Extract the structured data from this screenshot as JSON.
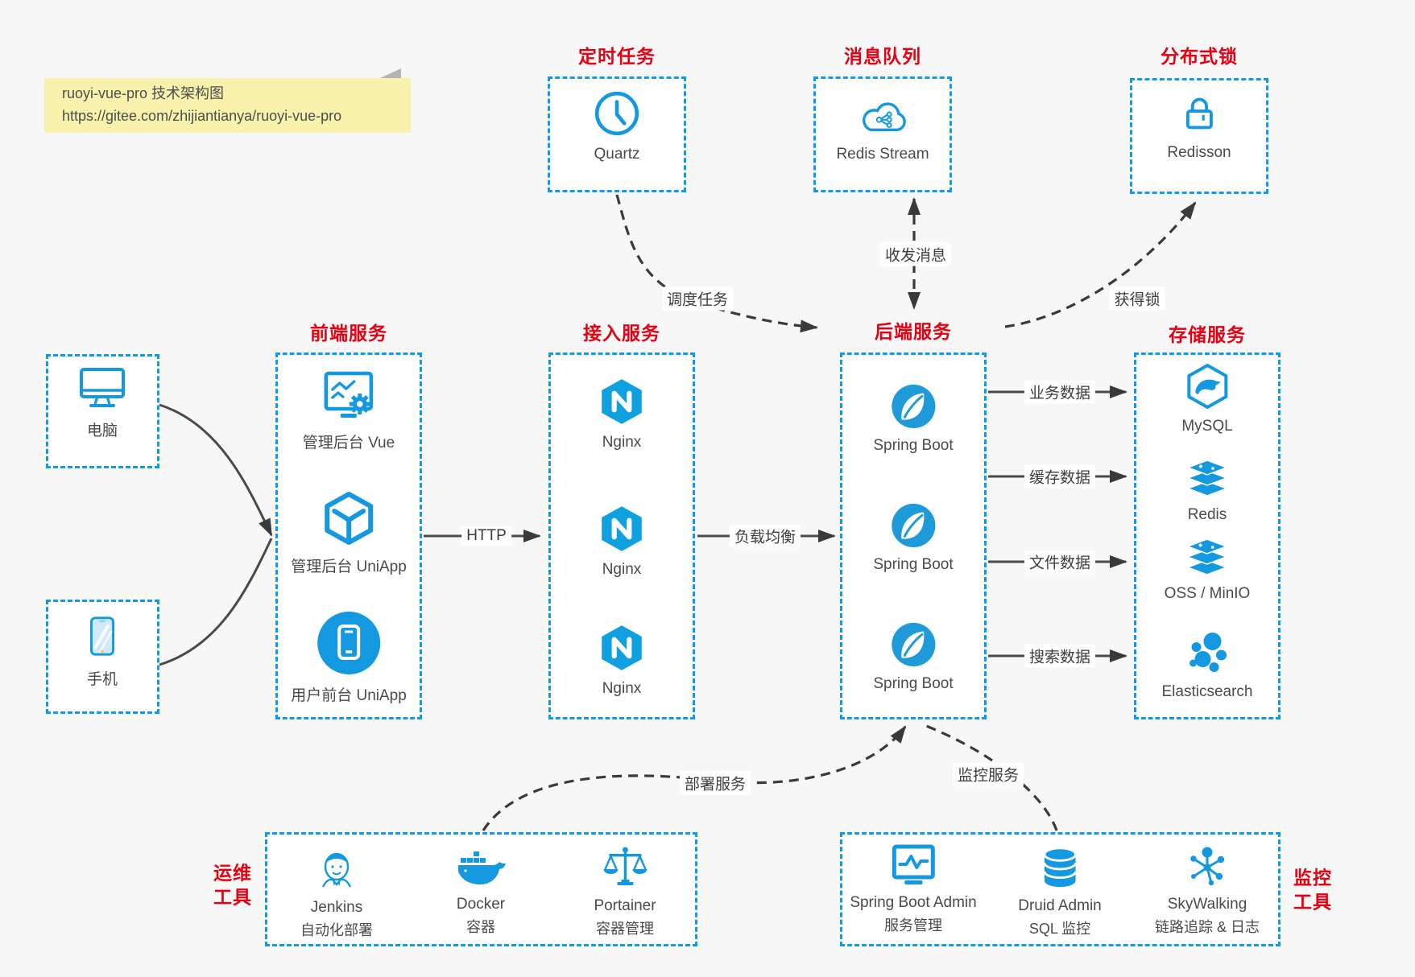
{
  "note": {
    "line1": "ruoyi-vue-pro 技术架构图",
    "line2": "https://gitee.com/zhijiantianya/ruoyi-vue-pro"
  },
  "colors": {
    "accent_red": "#e60012",
    "border_blue": "#0d9bf2",
    "icon_blue": "#1499e0",
    "wire_dark": "#3a3a3a",
    "note_bg": "#f9f2ad"
  },
  "top_groups": [
    {
      "title": "定时任务",
      "item": {
        "label": "Quartz",
        "icon": "clock-icon"
      }
    },
    {
      "title": "消息队列",
      "item": {
        "label": "Redis Stream",
        "icon": "cloud-mq-icon"
      }
    },
    {
      "title": "分布式锁",
      "item": {
        "label": "Redisson",
        "icon": "lock-icon"
      }
    }
  ],
  "clients": [
    {
      "label": "电脑",
      "icon": "desktop-icon"
    },
    {
      "label": "手机",
      "icon": "mobile-icon"
    }
  ],
  "frontend": {
    "title": "前端服务",
    "items": [
      {
        "label": "管理后台 Vue",
        "icon": "admin-vue-icon"
      },
      {
        "label": "管理后台 UniApp",
        "icon": "uniapp-cube-icon"
      },
      {
        "label": "用户前台 UniApp",
        "icon": "user-app-icon"
      }
    ]
  },
  "gateway": {
    "title": "接入服务",
    "items": [
      {
        "label": "Nginx"
      },
      {
        "label": "Nginx"
      },
      {
        "label": "Nginx"
      }
    ]
  },
  "backend": {
    "title": "后端服务",
    "items": [
      {
        "label": "Spring Boot"
      },
      {
        "label": "Spring Boot"
      },
      {
        "label": "Spring Boot"
      }
    ]
  },
  "storage": {
    "title": "存储服务",
    "items": [
      {
        "label": "MySQL",
        "icon": "mysql-icon"
      },
      {
        "label": "Redis",
        "icon": "redis-icon"
      },
      {
        "label": "OSS / MinIO",
        "icon": "oss-icon"
      },
      {
        "label": "Elasticsearch",
        "icon": "elasticsearch-icon"
      }
    ]
  },
  "ops": {
    "title_line1": "运维",
    "title_line2": "工具",
    "items": [
      {
        "name": "Jenkins",
        "desc": "自动化部署",
        "icon": "jenkins-icon"
      },
      {
        "name": "Docker",
        "desc": "容器",
        "icon": "docker-icon"
      },
      {
        "name": "Portainer",
        "desc": "容器管理",
        "icon": "portainer-icon"
      }
    ]
  },
  "monitoring": {
    "title_line1": "监控",
    "title_line2": "工具",
    "items": [
      {
        "name": "Spring Boot Admin",
        "desc": "服务管理",
        "icon": "monitor-chart-icon"
      },
      {
        "name": "Druid Admin",
        "desc": "SQL 监控",
        "icon": "database-icon"
      },
      {
        "name": "SkyWalking",
        "desc": "链路追踪 & 日志",
        "icon": "network-icon"
      }
    ]
  },
  "edges": {
    "http": "HTTP",
    "load_balance": "负载均衡",
    "schedule": "调度任务",
    "messaging": "收发消息",
    "lock": "获得锁",
    "business_data": "业务数据",
    "cache_data": "缓存数据",
    "file_data": "文件数据",
    "search_data": "搜索数据",
    "deploy": "部署服务",
    "monitor": "监控服务"
  }
}
